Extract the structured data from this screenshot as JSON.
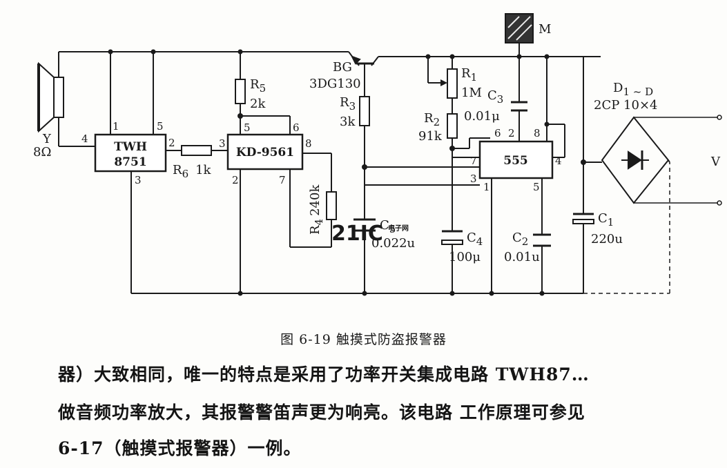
{
  "diagram": {
    "components": {
      "speaker": {
        "ref": "Y",
        "value": "8Ω",
        "pin_left": "4"
      },
      "twh": {
        "line1": "TWH",
        "line2": "8751",
        "pins": [
          "1",
          "5",
          "2",
          "3"
        ]
      },
      "r6": {
        "ref": "R",
        "sub": "6",
        "value": "1k"
      },
      "kd": {
        "label": "KD-9561",
        "pins": [
          "3",
          "5",
          "6",
          "8",
          "2",
          "7"
        ]
      },
      "r5": {
        "ref": "R",
        "sub": "5",
        "value": "2k"
      },
      "r4": {
        "ref": "R",
        "sub": "4",
        "value": "240k"
      },
      "bg": {
        "label": "BG",
        "model": "3DG130"
      },
      "r3": {
        "ref": "R",
        "sub": "3",
        "value": "3k"
      },
      "c5": {
        "ref": "C",
        "sub": "5",
        "value": "0.022u"
      },
      "r1": {
        "ref": "R",
        "sub": "1",
        "value": "1M"
      },
      "r2": {
        "ref": "R",
        "sub": "2",
        "value": "91k"
      },
      "c3": {
        "ref": "C",
        "sub": "3",
        "value": "0.01μ"
      },
      "c4": {
        "ref": "C",
        "sub": "4",
        "value": "100μ"
      },
      "c2": {
        "ref": "C",
        "sub": "2",
        "value": "0.01u"
      },
      "c1": {
        "ref": "C",
        "sub": "1",
        "value": "220u"
      },
      "ic555": {
        "label": "555",
        "pins": [
          "6",
          "2",
          "8",
          "7",
          "4",
          "3",
          "1",
          "5"
        ]
      },
      "diodes": {
        "label": "D",
        "range": "1 ~ D",
        "model": "2CP 10×4"
      },
      "touch": {
        "label": "M"
      },
      "ac": {
        "label": "V"
      }
    },
    "watermark": {
      "brand": "21IC",
      "small": "电子网"
    }
  },
  "caption": "图 6-19   触摸式防盗报警器",
  "paragraph": [
    "器）大致相同，唯一的特点是采用了功率开关集成电路 TWH87…",
    "做音频功率放大，其报警警笛声更为响亮。该电路 工作原理可参见",
    "6-17（触摸式报警器）一例。"
  ]
}
